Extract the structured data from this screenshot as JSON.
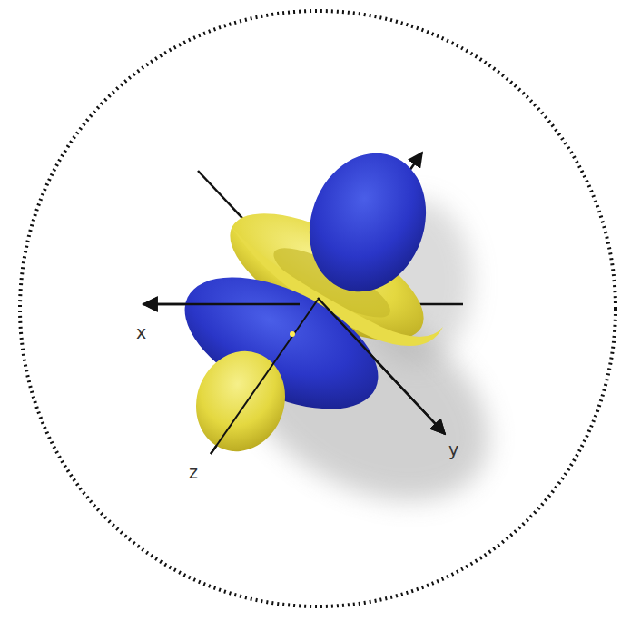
{
  "diagram": {
    "labels": [
      "x",
      "y",
      "z"
    ]
  }
}
